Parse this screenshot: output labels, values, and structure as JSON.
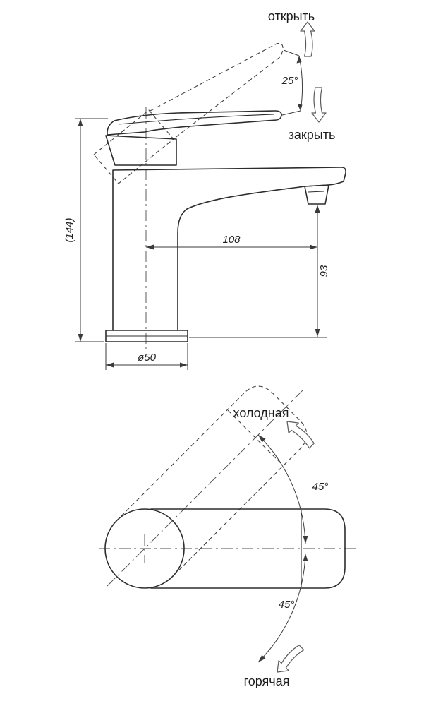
{
  "side_view": {
    "open_label": "открыть",
    "close_label": "закрыть",
    "handle_angle": "25°",
    "overall_height": "(144)",
    "spout_reach": "108",
    "spout_height": "93",
    "base_diameter": "ø50"
  },
  "top_view": {
    "cold_label": "холодная",
    "hot_label": "горячая",
    "swing_angle_up": "45°",
    "swing_angle_down": "45°"
  },
  "colors": {
    "line": "#2d2d2d",
    "dimension": "#3a3a3a",
    "background": "#ffffff"
  }
}
